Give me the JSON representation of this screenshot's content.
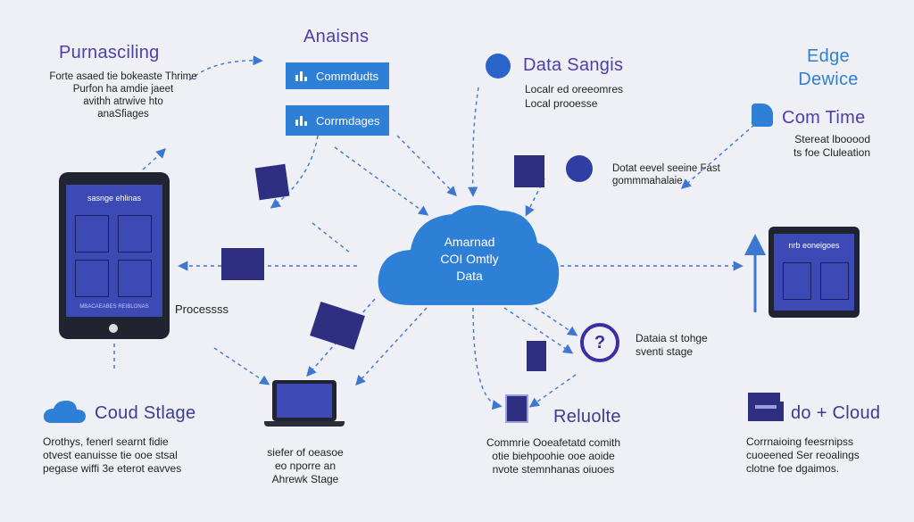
{
  "top_left": {
    "title": "Purnasciling",
    "lines": [
      "Forte asaed tie bokeaste Thrime",
      "Purfon ha amdie jaeet",
      "avithh atrwive hto",
      "anaSfiages"
    ]
  },
  "top_center": {
    "title": "Anaisns",
    "button1": "Commdudts",
    "button2": "Corrmdages"
  },
  "top_right_center": {
    "title": "Data Sangis",
    "lines": [
      "Localr ed oreeomres",
      "Local prooesse"
    ]
  },
  "top_right": {
    "title_line1": "Edge",
    "title_line2": "Dewice",
    "com_title": "Com Time",
    "lines": [
      "Stereat lbooood",
      "ts foe Cluleation"
    ]
  },
  "right_mid_text": {
    "lines": [
      "Dotat eevel seeine Fast",
      "gommmahalaie"
    ]
  },
  "tablet_left": {
    "header": "sasnge ehlinas",
    "footer": "MBACAEABES REIBLONAS",
    "caption": "Processss"
  },
  "cloud_center": {
    "line1": "Amarnad",
    "line2": "COI Omtly",
    "line3": "Data"
  },
  "tablet_right": {
    "header": "nrb eoneigoes"
  },
  "storage": {
    "lines": [
      "Dataia st tohge",
      "sventi stage"
    ]
  },
  "bottom_left": {
    "title": "Coud Stlage",
    "lines": [
      "Orothys, fenerl searnt fidie",
      "otvest eanuisse tie ooe stsal",
      "pegase wiffi 3e eterot eavves"
    ]
  },
  "bottom_center_left": {
    "lines": [
      "siefer of oeasoe",
      "eo nporre an",
      "Ahrewk Stage"
    ]
  },
  "bottom_center_right": {
    "title": "Reluolte",
    "lines": [
      "Commrie Ooeafetatd comith",
      "otie biehpoohie ooe aoide",
      "nvote stemnhanas oiuoes"
    ]
  },
  "bottom_right": {
    "title": "do + Cloud",
    "lines": [
      "Corrnaioing feesrnipss",
      "cuoeened Ser reoalings",
      "clotne foe dgaimos."
    ]
  }
}
